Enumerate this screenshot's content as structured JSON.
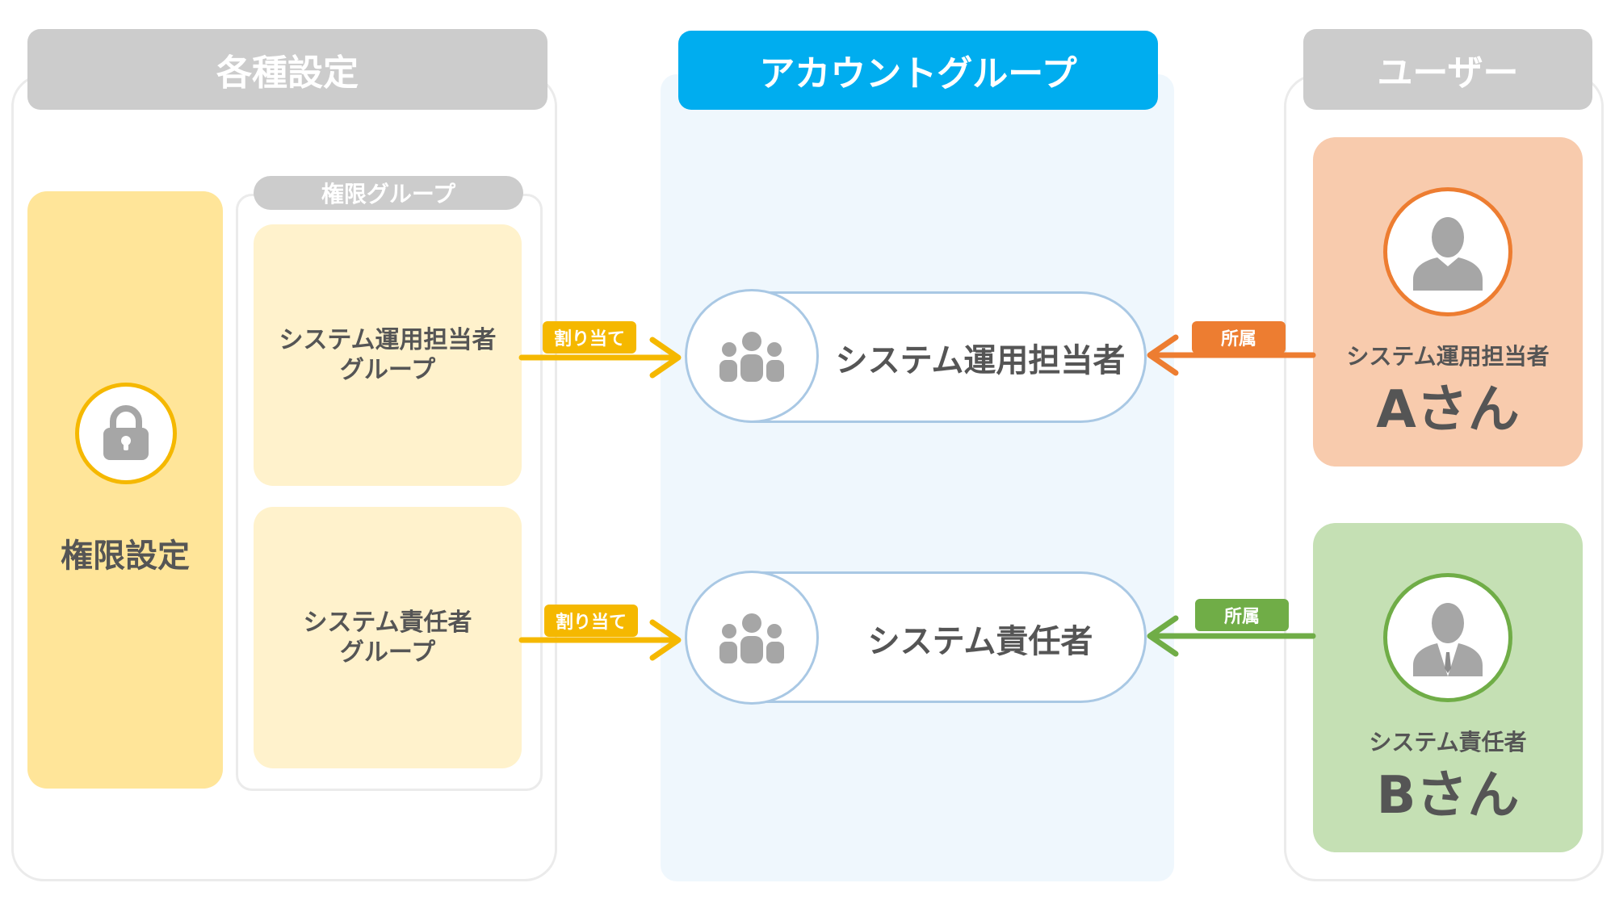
{
  "settings_panel": {
    "title": "各種設定",
    "permission": {
      "label": "権限設定",
      "icon": "lock-icon"
    },
    "groups": {
      "title": "権限グループ",
      "items": [
        {
          "label": "システム運用担当者\nグループ"
        },
        {
          "label": "システム責任者\nグループ"
        }
      ]
    }
  },
  "account_panel": {
    "title": "アカウントグループ",
    "groups": [
      {
        "label": "システム運用担当者",
        "icon": "group-icon"
      },
      {
        "label": "システム責任者",
        "icon": "group-icon"
      }
    ]
  },
  "user_panel": {
    "title": "ユーザー",
    "users": [
      {
        "role": "システム運用担当者",
        "name": "Aさん",
        "icon": "user-icon"
      },
      {
        "role": "システム責任者",
        "name": "Bさん",
        "icon": "user-suit-icon"
      }
    ]
  },
  "links": {
    "assign_label": "割り当て",
    "belong_label": "所属"
  },
  "colors": {
    "header_gray": "#cccccc",
    "header_blue": "#00adef",
    "yellow": "#f5b800",
    "permission_fill": "#ffe599",
    "group_fill": "#fff2cc",
    "orange": "#ed7d31",
    "user_a_fill": "#f8cbad",
    "green": "#70ad47",
    "user_b_fill": "#c5e0b4",
    "pill_border": "#a9c8e4",
    "account_bg": "#eff7fd"
  }
}
